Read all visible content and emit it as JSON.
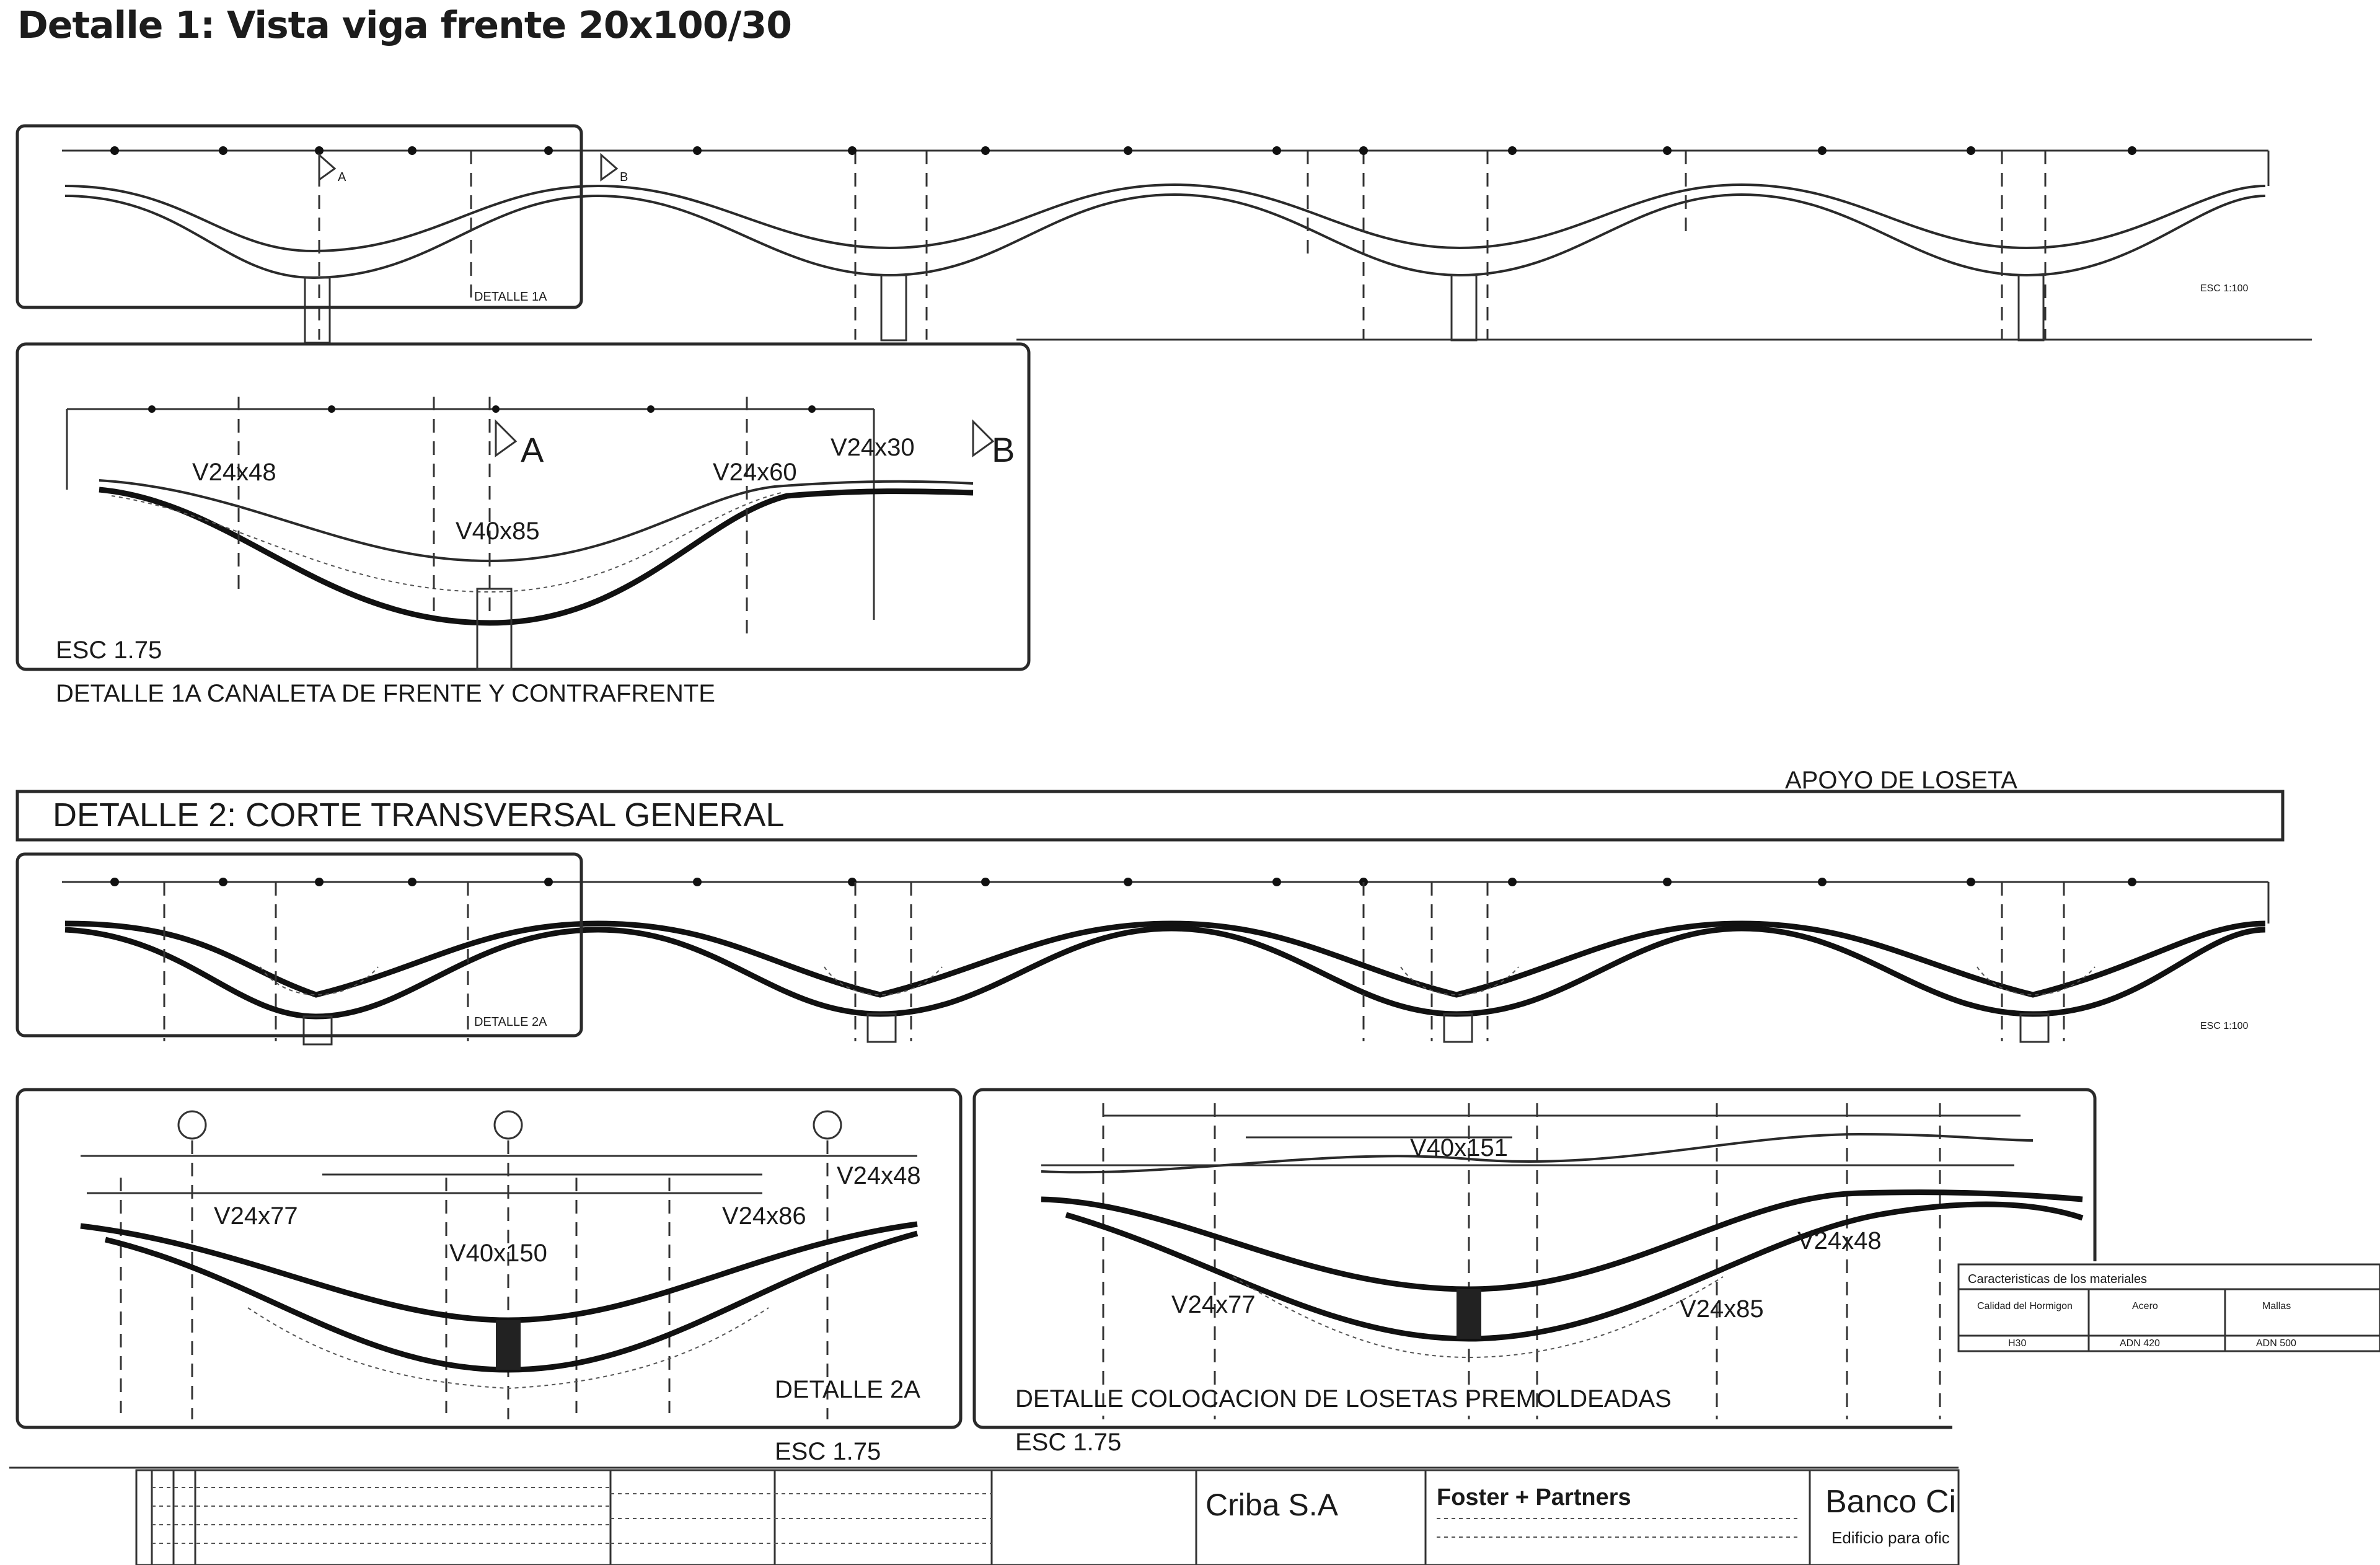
{
  "title": "Detalle 1: Vista viga frente 20x100/30",
  "detail1": {
    "section_a": "A",
    "section_b": "B",
    "ref_box": "DETALLE 1A",
    "scale": "ESC 1:100"
  },
  "detail1a": {
    "v1": "V24x48",
    "v2": "V40x85",
    "v3": "V24x60",
    "v4": "V24x30",
    "section_a": "A",
    "section_b": "B",
    "scale": "ESC 1.75",
    "caption": "DETALLE 1A CANALETA DE FRENTE Y CONTRAFRENTE"
  },
  "apoyo": "APOYO DE LOSETA",
  "detail2": {
    "title": "DETALLE 2: CORTE TRANSVERSAL GENERAL",
    "ref_box": "DETALLE 2A",
    "scale": "ESC 1:100"
  },
  "detail2a": {
    "v1": "V24x77",
    "v2": "V40x150",
    "v3": "V24x86",
    "v4": "V24x48",
    "caption": "DETALLE 2A",
    "scale": "ESC 1.75"
  },
  "detail_losetas": {
    "v1": "V40x151",
    "v2": "V24x48",
    "v3": "V24x77",
    "v4": "V24x85",
    "caption": "DETALLE COLOCACION DE LOSETAS PREMOLDEADAS",
    "scale": "ESC 1.75"
  },
  "materials": {
    "title": "Caracteristicas de los materiales",
    "headers": [
      "Calidad del Hormigon",
      "Acero",
      "Mallas"
    ],
    "row": [
      "H30",
      "ADN 420",
      "ADN 500"
    ]
  },
  "title_block": {
    "company": "Criba S.A",
    "architect": "Foster + Partners",
    "client": "Banco Ci",
    "subtitle": "Edificio para ofic"
  }
}
